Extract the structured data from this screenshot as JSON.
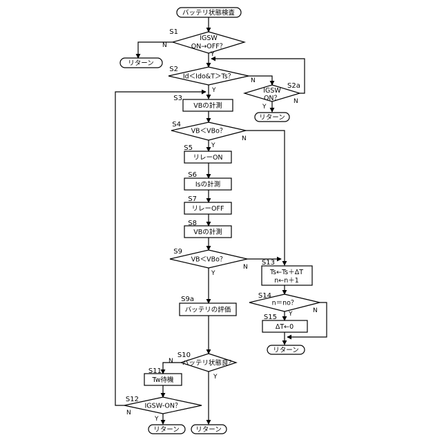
{
  "nodes": {
    "start": "バッテリ状態検査",
    "s1_line1": "IGSW",
    "s1_line2": "ON→OFF？",
    "ret_s1": "リターン",
    "s2": "Id＜Ido&T＞Ts？",
    "s2a_line1": "IGSW",
    "s2a_line2": "ON？",
    "ret_s2a": "リターン",
    "s3": "VBの計測",
    "s4": "VB＜VBo？",
    "s5": "リレーON",
    "s6": "Isの計測",
    "s7": "リレーOFF",
    "s8": "VBの計測",
    "s9": "VB＜VBo？",
    "s9a": "バッテリの評価",
    "s10": "バッテリ状態良？",
    "s11": "Tw待機",
    "s12": "IGSW-ON？",
    "ret_s12": "リターン",
    "ret_s10": "リターン",
    "s13_line1": "Ts←Ts＋ΔT",
    "s13_line2": "n←n＋1",
    "s14": "n＝no？",
    "s15": "ΔT←0",
    "ret_s15": "リターン"
  },
  "steps": {
    "s1": "S1",
    "s2": "S2",
    "s2a": "S2a",
    "s3": "S3",
    "s4": "S4",
    "s5": "S5",
    "s6": "S6",
    "s7": "S7",
    "s8": "S8",
    "s9": "S9",
    "s9a": "S9a",
    "s10": "S10",
    "s11": "S11",
    "s12": "S12",
    "s13": "S13",
    "s14": "S14",
    "s15": "S15"
  },
  "branches": {
    "yes": "Y",
    "no": "N"
  }
}
